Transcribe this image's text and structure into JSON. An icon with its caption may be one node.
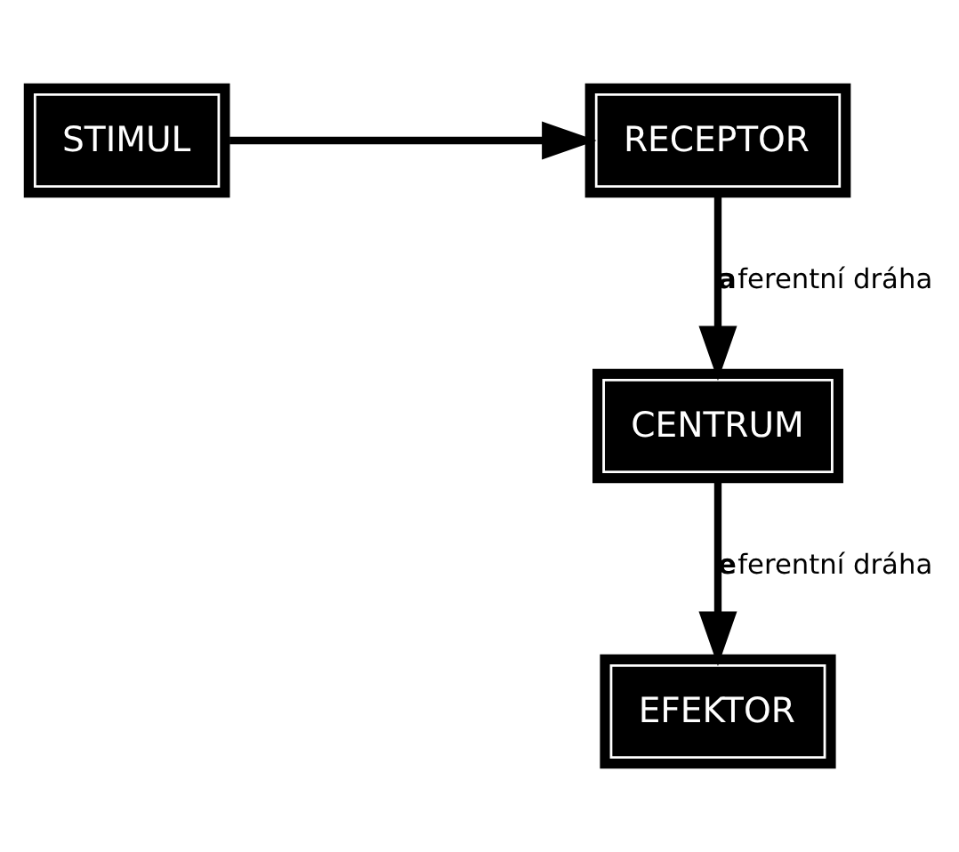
{
  "diagram": {
    "nodes": [
      {
        "text": [
          "RECEPTOR"
        ]
      },
      {
        "text": [
          "STIMUL"
        ]
      },
      {
        "text": [
          "CENTRUM"
        ]
      },
      {
        "text": [
          "EFEKTOR"
        ]
      }
    ],
    "edges": [
      {
        "from": 1,
        "to": 0,
        "arrow": "to"
      },
      {
        "from": 0,
        "to": 2,
        "arrow": "to",
        "label": "**a**ferentní dráha"
      },
      {
        "from": 2,
        "to": 3,
        "arrow": "to",
        "label": "**e**ferentní dráha"
      }
    ]
  }
}
